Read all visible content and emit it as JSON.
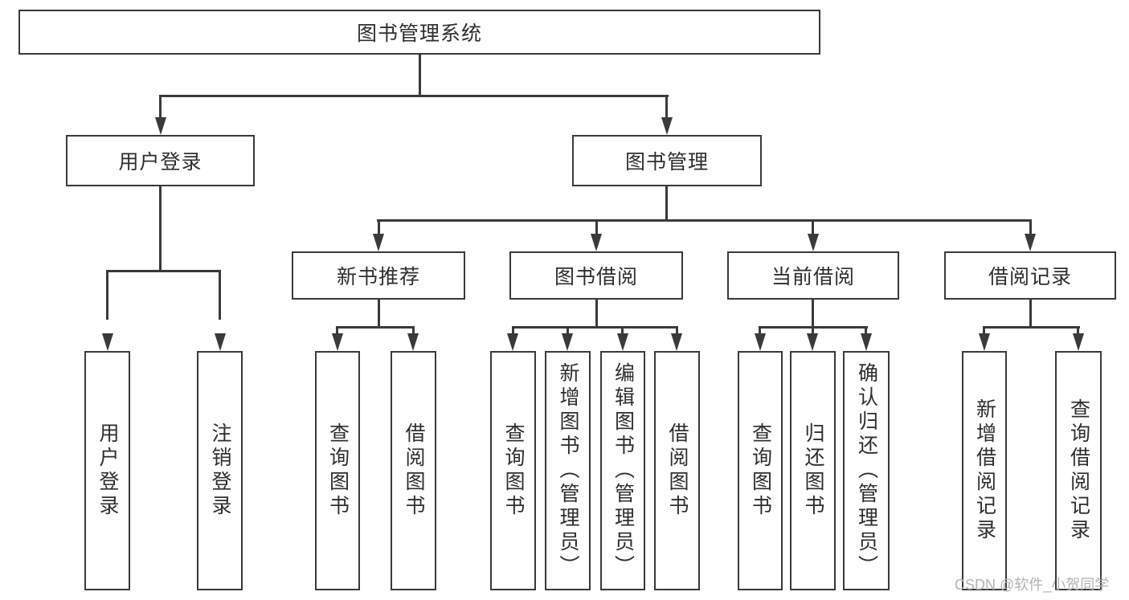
{
  "diagram_title": "图书管理系统",
  "colors": {
    "line": "#3a3a3a",
    "box_border": "#3a3a3a",
    "text": "#2e2e2e",
    "background": "#ffffff",
    "watermark": "#b3b3b3"
  },
  "nodes": {
    "root": {
      "label": "图书管理系统"
    },
    "level2": [
      {
        "label": "用户登录"
      },
      {
        "label": "图书管理"
      }
    ],
    "level3": [
      {
        "label": "新书推荐",
        "parent": "图书管理"
      },
      {
        "label": "图书借阅",
        "parent": "图书管理"
      },
      {
        "label": "当前借阅",
        "parent": "图书管理"
      },
      {
        "label": "借阅记录",
        "parent": "图书管理"
      }
    ],
    "level4": [
      {
        "label": "用户登录",
        "parent": "用户登录"
      },
      {
        "label": "注销登录",
        "parent": "用户登录"
      },
      {
        "label": "查询图书",
        "parent": "新书推荐"
      },
      {
        "label": "借阅图书",
        "parent": "新书推荐"
      },
      {
        "label": "查询图书",
        "parent": "图书借阅"
      },
      {
        "label": "新增图书（管理员）",
        "parent": "图书借阅"
      },
      {
        "label": "编辑图书（管理员）",
        "parent": "图书借阅"
      },
      {
        "label": "借阅图书",
        "parent": "图书借阅"
      },
      {
        "label": "查询图书",
        "parent": "当前借阅"
      },
      {
        "label": "归还图书",
        "parent": "当前借阅"
      },
      {
        "label": "确认归还（管理员）",
        "parent": "当前借阅"
      },
      {
        "label": "新增借阅记录",
        "parent": "借阅记录"
      },
      {
        "label": "查询借阅记录",
        "parent": "借阅记录"
      }
    ]
  },
  "watermark": {
    "text": "CSDN @软件_小贺同学"
  }
}
